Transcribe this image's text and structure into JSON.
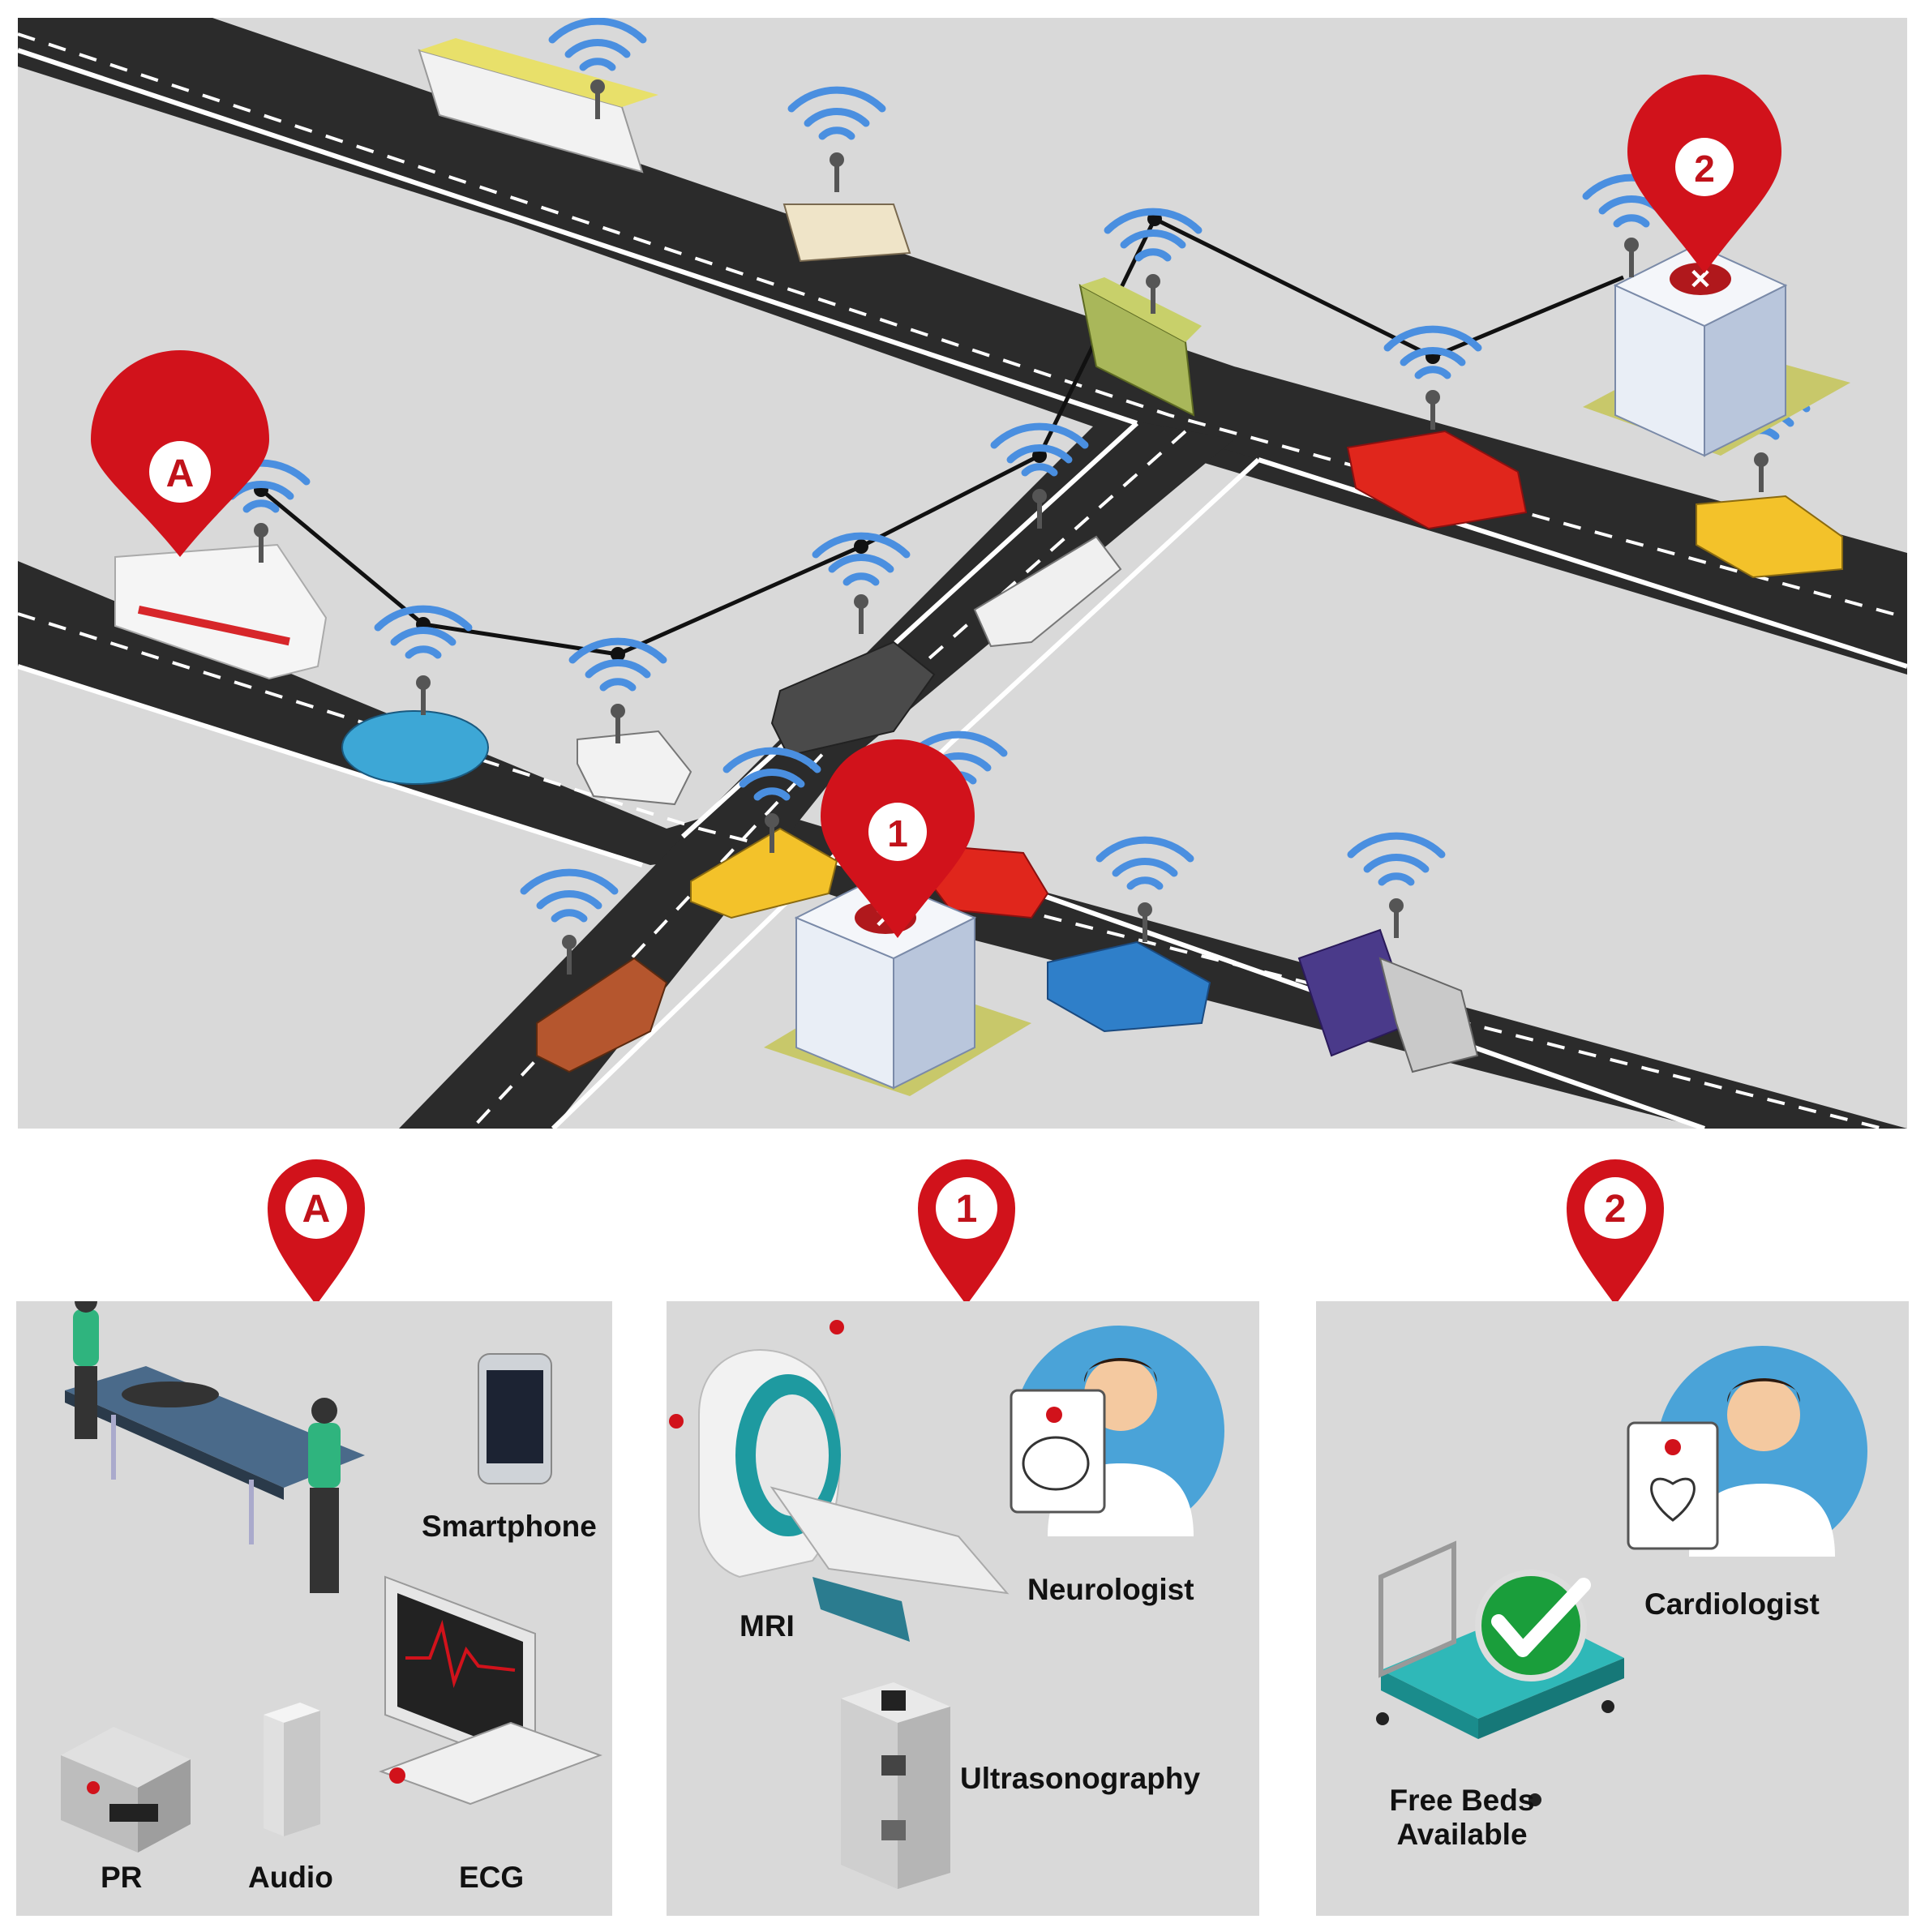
{
  "markers": {
    "ambulance": "A",
    "hospital_1": "1",
    "hospital_2": "2"
  },
  "panels": {
    "a": {
      "marker": "A",
      "labels": {
        "smartphone": "Smartphone",
        "pr": "PR",
        "audio": "Audio",
        "ecg": "ECG"
      }
    },
    "h1": {
      "marker": "1",
      "labels": {
        "mri": "MRI",
        "neurologist": "Neurologist",
        "ultrasonography": "Ultrasonography"
      }
    },
    "h2": {
      "marker": "2",
      "labels": {
        "cardiologist": "Cardiologist",
        "free_beds_line1": "Free Beds",
        "free_beds_line2": "Available"
      }
    }
  },
  "colors": {
    "map_background": "#d9d9d9",
    "road": "#2b2b2b",
    "pin": "#d1121b",
    "wifi": "#4a8fe0",
    "link": "#111111",
    "doctor_circle": "#4aa3d8"
  }
}
